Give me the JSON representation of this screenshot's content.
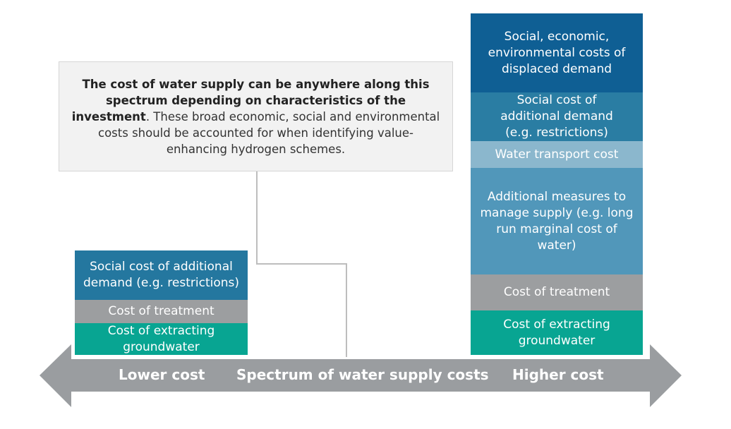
{
  "callout": {
    "bold_text": "The cost of water supply can be anywhere along this spectrum depending on characteristics of the investment",
    "regular_text": ". These broad economic, social and environmental costs should be accounted for when identifying value-enhancing hydrogen schemes."
  },
  "lower_stack": {
    "segments": [
      {
        "label": "Social cost of additional demand (e.g. restrictions)",
        "color": "#24779f"
      },
      {
        "label": "Cost of treatment",
        "color": "#9c9ea0"
      },
      {
        "label": "Cost of extracting groundwater",
        "color": "#08a592"
      }
    ]
  },
  "higher_stack": {
    "segments": [
      {
        "label": "Social, economic, environmental costs of displaced demand",
        "color": "#0f5f94"
      },
      {
        "label": "Social cost of additional demand (e.g. restrictions)",
        "color": "#2a7da3"
      },
      {
        "label": "Water transport cost",
        "color": "#8bb7cd"
      },
      {
        "label": "Additional measures to manage supply (e.g. long run marginal cost of water)",
        "color": "#5197ba"
      },
      {
        "label": "Cost of treatment",
        "color": "#9c9ea0"
      },
      {
        "label": "Cost of extracting groundwater",
        "color": "#08a592"
      }
    ]
  },
  "arrow": {
    "left_label": "Lower cost",
    "center_label": "Spectrum of water supply costs",
    "right_label": "Higher cost",
    "color": "#9a9da0"
  }
}
